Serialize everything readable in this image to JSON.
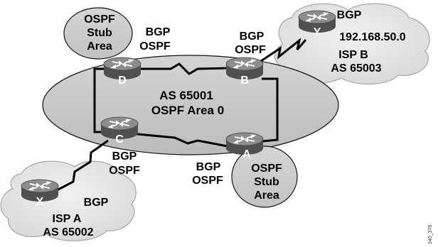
{
  "colors": {
    "background": "#ffffff",
    "cloud_fill": "#e0e0e0",
    "area_fill": "#cccccc",
    "router_top": "#8a8a8a",
    "router_body": "#5f5f5f",
    "router_shadow": "#3d3d3d",
    "link": "#000000",
    "text": "#000000"
  },
  "icons": {
    "router": "router-icon",
    "serial_link": "serial-link-icon"
  },
  "central_area": {
    "line1": "AS 65001",
    "line2": "OSPF Area 0"
  },
  "top_left_stub": {
    "line1": "OSPF",
    "line2": "Stub",
    "line3": "Area"
  },
  "bottom_right_stub": {
    "line1": "OSPF",
    "line2": "Stub",
    "line3": "Area"
  },
  "isp_a": {
    "line1": "ISP A",
    "line2": "AS 65002",
    "protocol": "BGP"
  },
  "isp_b": {
    "protocol": "BGP",
    "network": "192.168.50.0",
    "line1": "ISP B",
    "line2": "AS 65003"
  },
  "routers": {
    "a": "A",
    "b": "B",
    "c": "C",
    "d": "D",
    "x": "X",
    "y": "Y"
  },
  "protocol_labels": {
    "d_bgp": "BGP",
    "d_ospf": "OSPF",
    "b_bgp": "BGP",
    "b_ospf": "OSPF",
    "c_bgp": "BGP",
    "c_ospf": "OSPF",
    "a_bgp": "BGP",
    "a_ospf": "OSPF"
  },
  "figure_id": "140_376"
}
